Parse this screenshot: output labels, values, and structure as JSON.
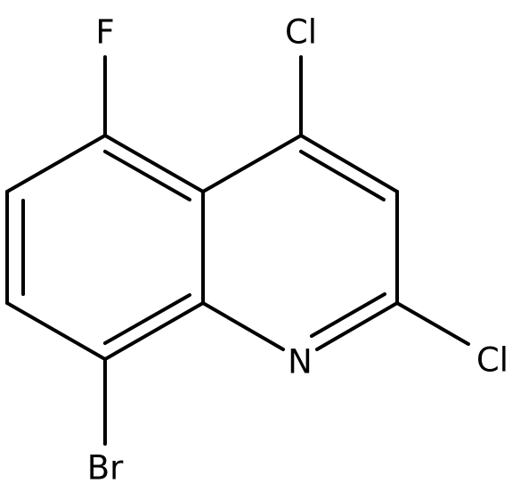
{
  "molecule": {
    "atoms": {
      "fluorine": "F",
      "chlorine_4": "Cl",
      "chlorine_2": "Cl",
      "nitrogen": "N",
      "bromine": "Br"
    },
    "colors": {
      "bond": "#000000",
      "label": "#000000",
      "background": "#ffffff"
    }
  }
}
